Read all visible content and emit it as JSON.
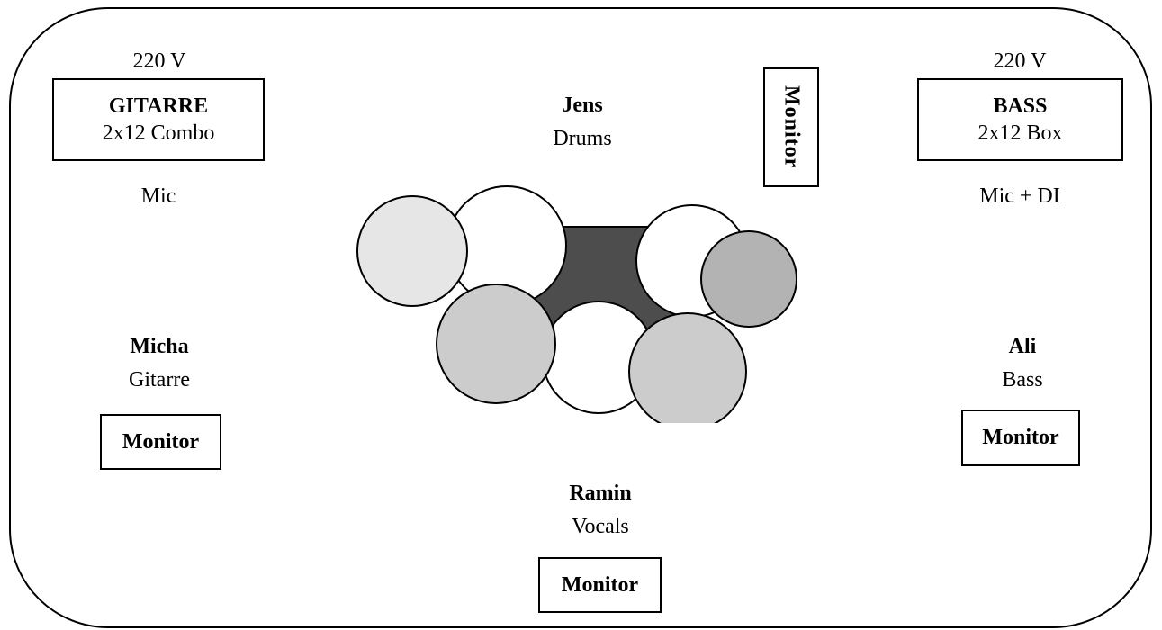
{
  "guitar_amp": {
    "voltage": "220 V",
    "name": "GITARRE",
    "type": "2x12 Combo",
    "mic": "Mic"
  },
  "bass_amp": {
    "voltage": "220 V",
    "name": "BASS",
    "type": "2x12 Box",
    "mic": "Mic + DI"
  },
  "drummer": {
    "name": "Jens",
    "role": "Drums",
    "monitor": "Monitor"
  },
  "guitarist": {
    "name": "Micha",
    "role": "Gitarre",
    "monitor": "Monitor"
  },
  "bassist": {
    "name": "Ali",
    "role": "Bass",
    "monitor": "Monitor"
  },
  "singer": {
    "name": "Ramin",
    "role": "Vocals",
    "monitor": "Monitor"
  },
  "colors": {
    "drum_riser": "#4d4d4d",
    "drum_light": "#e6e6e6",
    "drum_medium": "#cccccc",
    "drum_dark": "#b3b3b3",
    "drum_white": "#ffffff",
    "outline": "#000000"
  }
}
